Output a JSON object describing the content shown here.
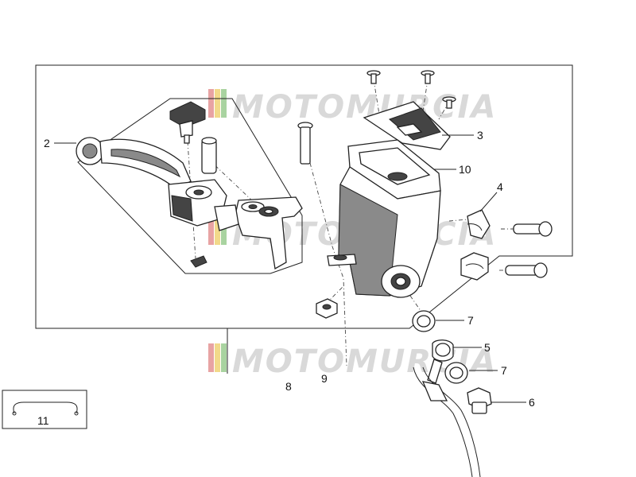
{
  "watermark": {
    "text": "MOTOMURCIA",
    "stripe_colors": [
      "#e8a3a3",
      "#f2d98a",
      "#a9d3a0"
    ]
  },
  "callouts": {
    "c2": "2",
    "c3": "3",
    "c4": "4",
    "c5": "5",
    "c6": "6",
    "c7a": "7",
    "c7b": "7",
    "c8": "8",
    "c9": "9",
    "c10": "10",
    "c11": "11"
  }
}
